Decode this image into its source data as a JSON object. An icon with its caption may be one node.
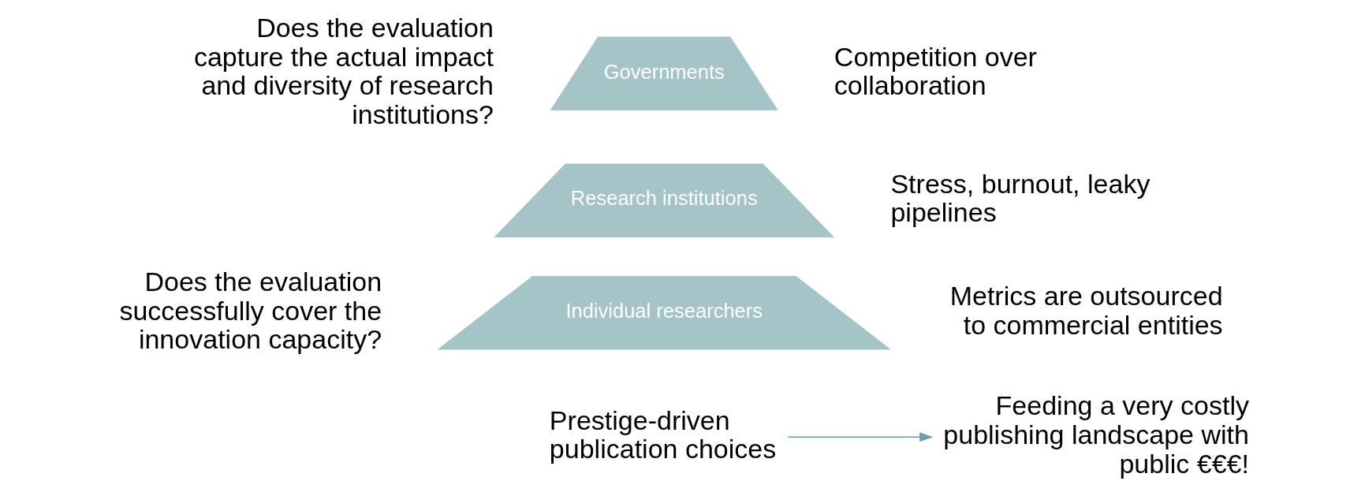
{
  "diagram": {
    "nodes": [
      {
        "text": [
          "Governments"
        ]
      },
      {
        "text": [
          "Research institutions"
        ]
      },
      {
        "text": [
          "Individual researchers"
        ]
      },
      {
        "text": [
          "Prestige-driven publication choices"
        ]
      },
      {
        "text": [
          "Feeding a very costly publishing landscape with public €€€!"
        ]
      }
    ],
    "edges": [
      {
        "from": 3,
        "to": 4,
        "arrow": "to"
      }
    ],
    "labels": [
      "Does the evaluation capture the actual impact and diversity of research institutions?",
      "Competition over collaboration",
      "Stress, burnout, leaky pipelines",
      "Does the evaluation successfully cover the innovation capacity?",
      "Metrics are outsourced to commercial entities"
    ]
  }
}
